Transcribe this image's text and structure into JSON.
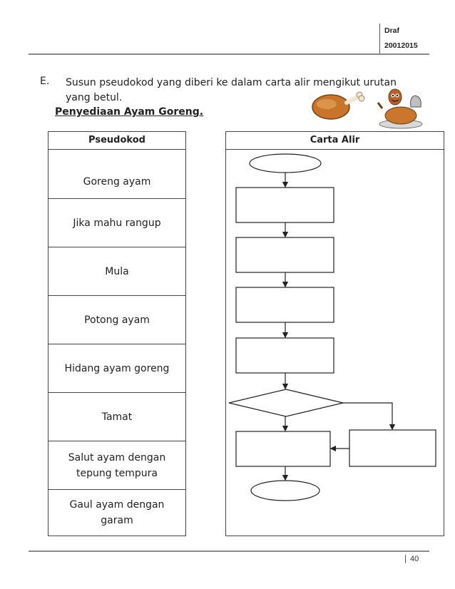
{
  "header": {
    "draft_label": "Draf",
    "draft_code": "20012015"
  },
  "question": {
    "letter": "E.",
    "text": "Susun pseudokod yang diberi ke dalam carta alir mengikut urutan yang betul.",
    "subtitle": "Penyediaan Ayam Goreng."
  },
  "pseudocode": {
    "heading": "Pseudokod",
    "items": [
      "Goreng ayam",
      "Jika mahu rangup",
      "Mula",
      "Potong ayam",
      "Hidang ayam goreng",
      "Tamat",
      "Salut ayam dengan tepung tempura",
      "Gaul ayam dengan garam"
    ]
  },
  "flowchart": {
    "heading": "Carta Alir"
  },
  "footer": {
    "page_number": "40"
  },
  "icons": [
    "chicken-drumstick-icon",
    "roast-chicken-mascot-icon"
  ]
}
